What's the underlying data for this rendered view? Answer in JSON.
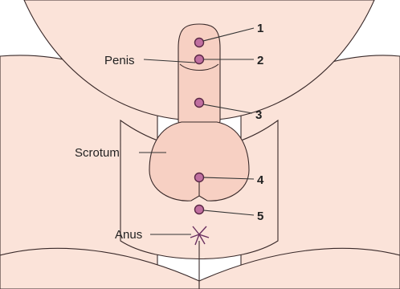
{
  "colors": {
    "skin": "#fbe3d9",
    "genital_skin": "#f7d0c3",
    "outline": "#3a2a2a",
    "marker_fill": "#c06fa0",
    "marker_stroke": "#5a2845",
    "anus": "#6a3060"
  },
  "labels": {
    "penis": "Penis",
    "scrotum": "Scrotum",
    "anus": "Anus"
  },
  "markers": [
    "1",
    "2",
    "3",
    "4",
    "5"
  ]
}
